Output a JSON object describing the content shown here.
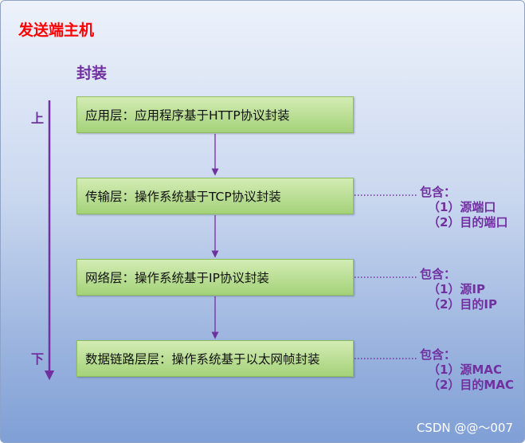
{
  "title": "发送端主机",
  "subtitle": "封装",
  "direction": {
    "top": "上",
    "bottom": "下"
  },
  "layers": [
    {
      "label": "应用层：应用程序基于HTTP协议封装"
    },
    {
      "label": "传输层：操作系统基于TCP协议封装"
    },
    {
      "label": "网络层：操作系统基于IP协议封装"
    },
    {
      "label": "数据链路层层：操作系统基于以太网帧封装"
    }
  ],
  "notes": [
    {
      "head": "包含：",
      "items": [
        "（1）源端口",
        "（2）目的端口"
      ]
    },
    {
      "head": "包含：",
      "items": [
        "（1）源IP",
        "（2）目的IP"
      ]
    },
    {
      "head": "包含：",
      "items": [
        "（1）源MAC",
        "（2）目的MAC"
      ]
    }
  ],
  "watermark": "CSDN @@～007",
  "colors": {
    "title": "#ff0000",
    "accent": "#7030a0",
    "box_fill": "#a9d18e"
  }
}
